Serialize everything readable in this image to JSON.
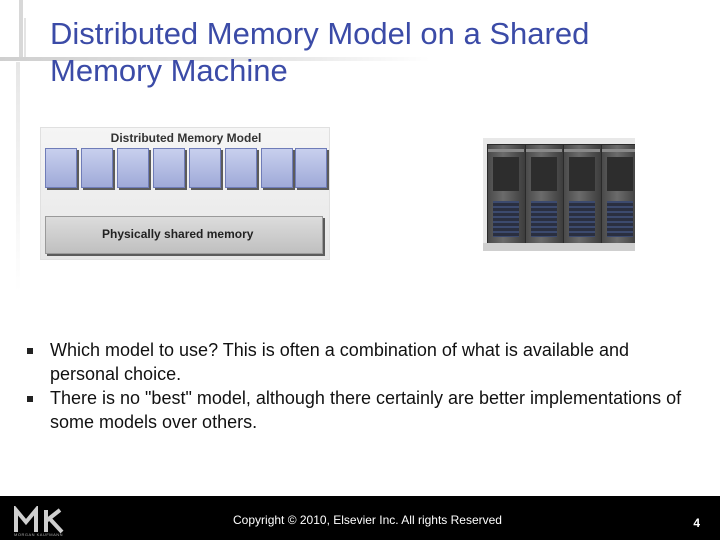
{
  "slide": {
    "title": "Distributed Memory Model on a Shared Memory Machine",
    "diagram": {
      "header": "Distributed Memory Model",
      "memory_label": "Physically shared memory",
      "processor_count": 8,
      "processor_color": "#b6bfe6",
      "memory_color": "#cfcfcf"
    },
    "bullets": [
      {
        "text": "Which model to use? This is often a combination of what is available and personal choice."
      },
      {
        "text": "There is no \"best\" model, although there certainly are better implementations of some models over others."
      }
    ],
    "footer": {
      "logo_text": "MORGAN KAUFMANN",
      "copyright": "Copyright © 2010, Elsevier Inc. All rights Reserved",
      "page_number": "4"
    },
    "colors": {
      "title": "#3b4ba7",
      "footer_bg": "#000000"
    }
  }
}
